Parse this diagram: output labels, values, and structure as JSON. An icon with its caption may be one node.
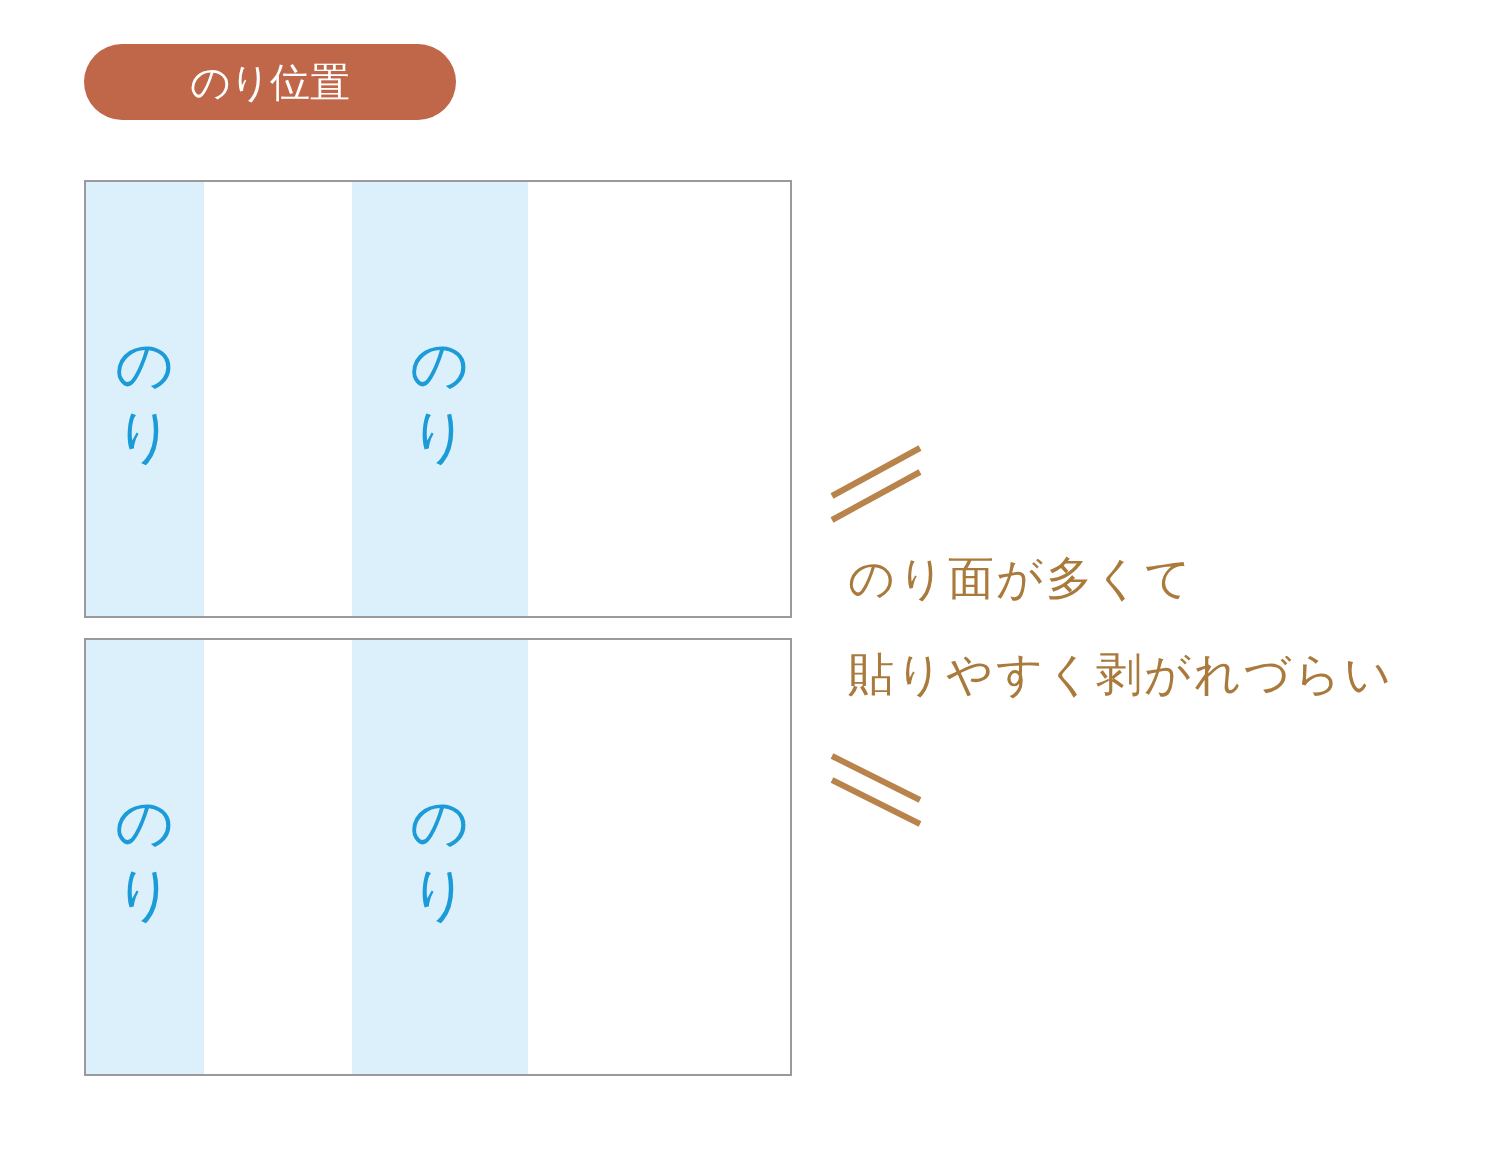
{
  "diagram": {
    "title": "のり位置",
    "nodes": [
      {
        "text": [],
        "shape": "box"
      },
      {
        "text": [
          "のり"
        ],
        "in": 0
      },
      {
        "text": [
          "のり"
        ],
        "in": 0
      },
      {
        "text": [],
        "shape": "box"
      },
      {
        "text": [
          "のり"
        ],
        "in": 3
      },
      {
        "text": [
          "のり"
        ],
        "in": 3
      }
    ],
    "labels": [
      "のり面が多くて貼りやすく剥がれづらい"
    ]
  }
}
